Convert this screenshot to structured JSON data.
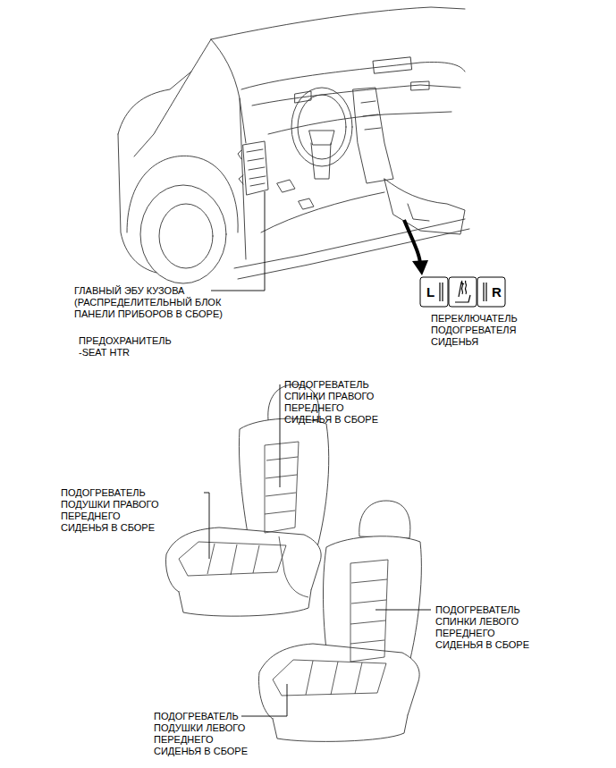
{
  "diagram": {
    "labels": [
      "ГЛАВНЫЙ ЭБУ КУЗОВА (РАСПРЕДЕЛИТЕЛЬНЫЙ БЛОК ПАНЕЛИ ПРИБОРОВ В СБОРЕ)",
      "ПРЕДОХРАНИТЕЛЬ -SEAT HTR",
      "L",
      "R",
      "ПЕРЕКЛЮЧАТЕЛЬ ПОДОГРЕВАТЕЛЯ СИДЕНЬЯ",
      "ПОДОГРЕВАТЕЛЬ СПИНКИ ПРАВОГО ПЕРЕДНЕГО СИДЕНЬЯ В СБОРЕ",
      "ПОДОГРЕВАТЕЛЬ ПОДУШКИ ПРАВОГО ПЕРЕДНЕГО СИДЕНЬЯ В СБОРЕ",
      "ПОДОГРЕВАТЕЛЬ СПИНКИ ЛЕВОГО ПЕРЕДНЕГО СИДЕНЬЯ В СБОРЕ",
      "ПОДОГРЕВАТЕЛЬ ПОДУШКИ ЛЕВОГО ПЕРЕДНЕГО СИДЕНЬЯ В СБОРЕ"
    ]
  }
}
